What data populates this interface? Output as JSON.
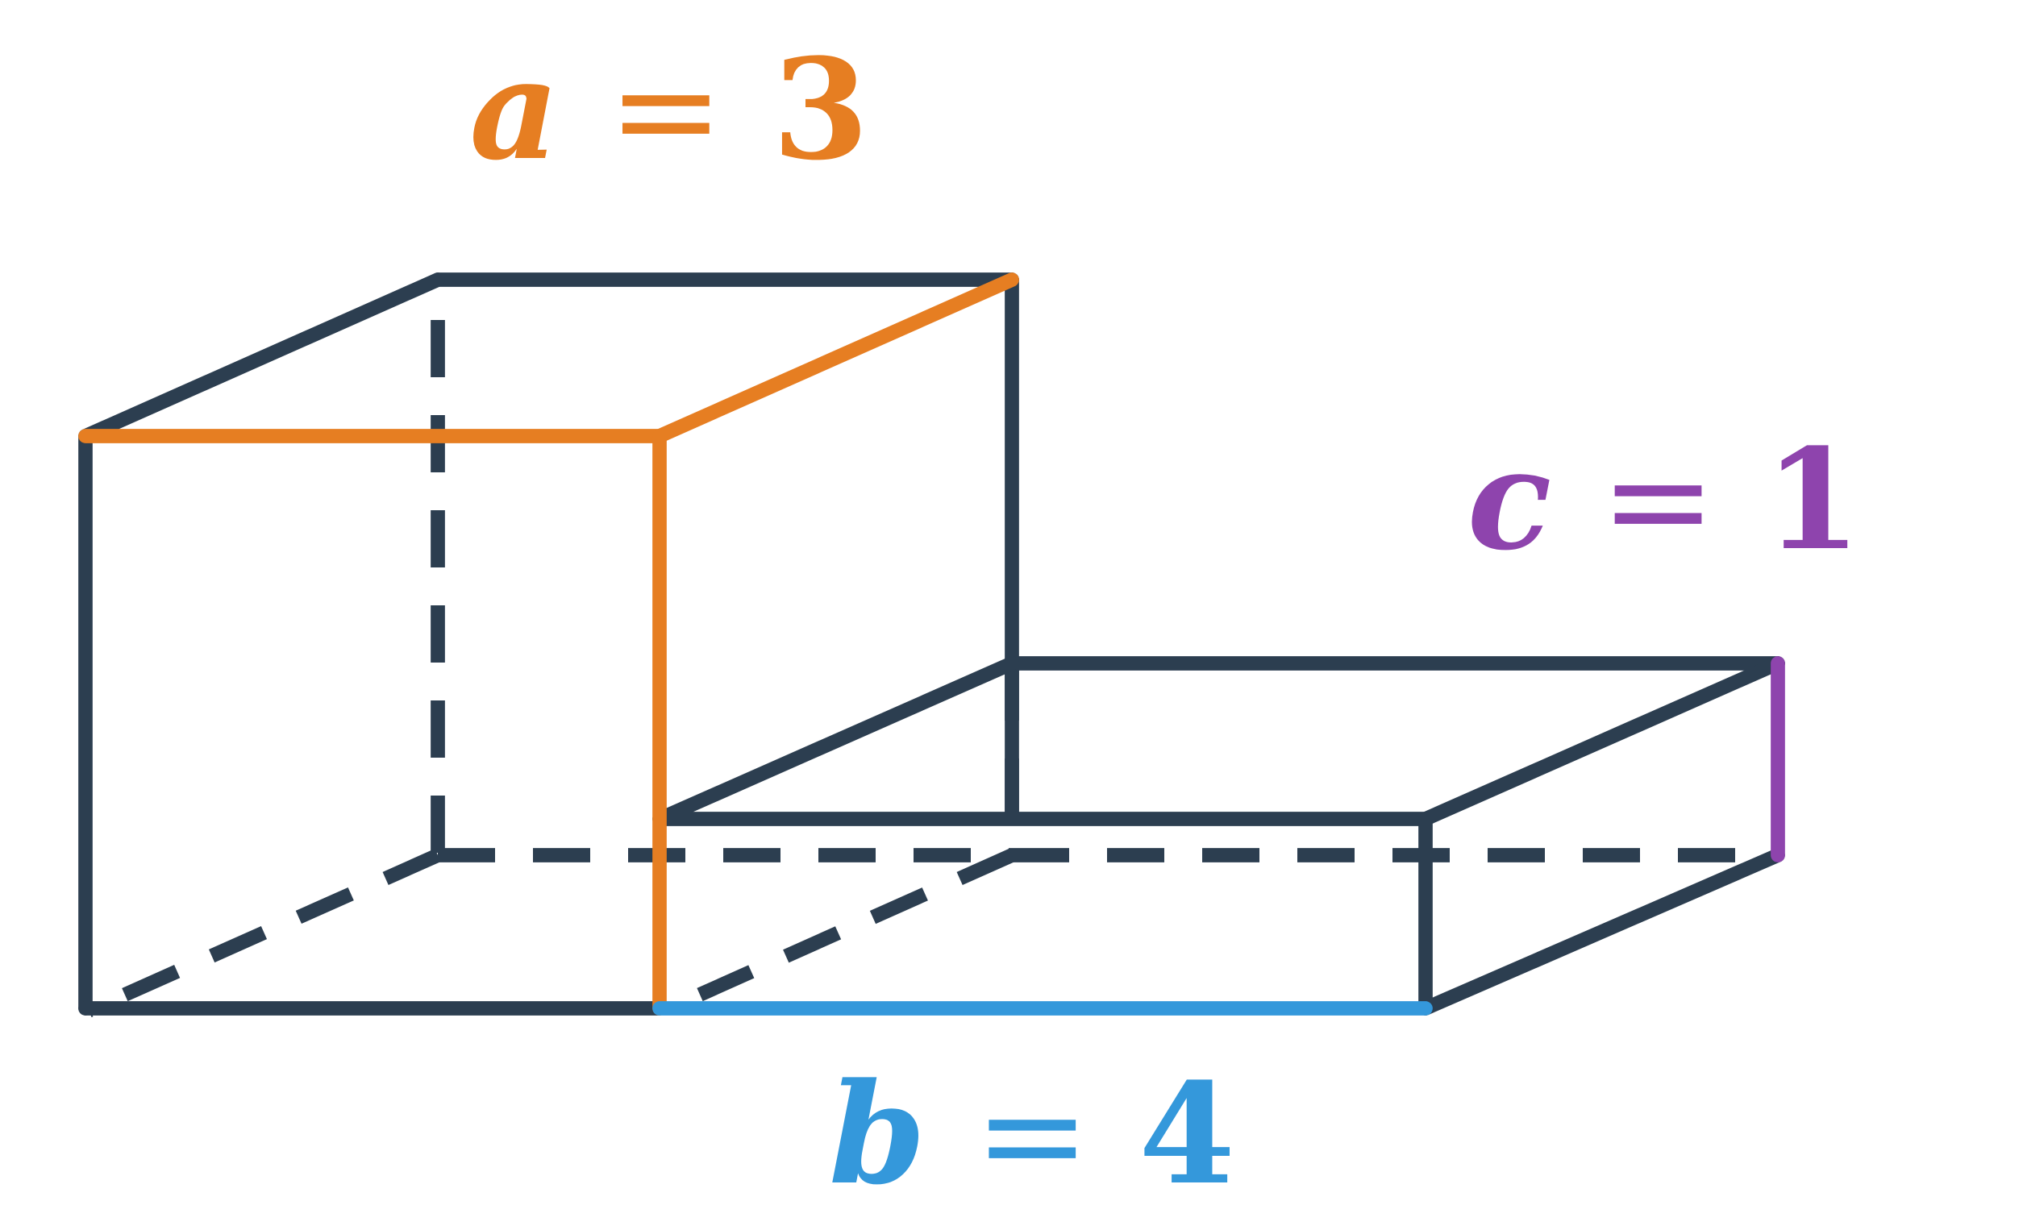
{
  "colors": {
    "edge": "#2c3e50",
    "a": "#e67e22",
    "b": "#3498db",
    "c": "#8e44ad"
  },
  "labels": {
    "a": {
      "symbol": "a",
      "equals": "=",
      "value": "3"
    },
    "b": {
      "symbol": "b",
      "equals": "=",
      "value": "4"
    },
    "c": {
      "symbol": "c",
      "equals": "=",
      "value": "1"
    }
  }
}
